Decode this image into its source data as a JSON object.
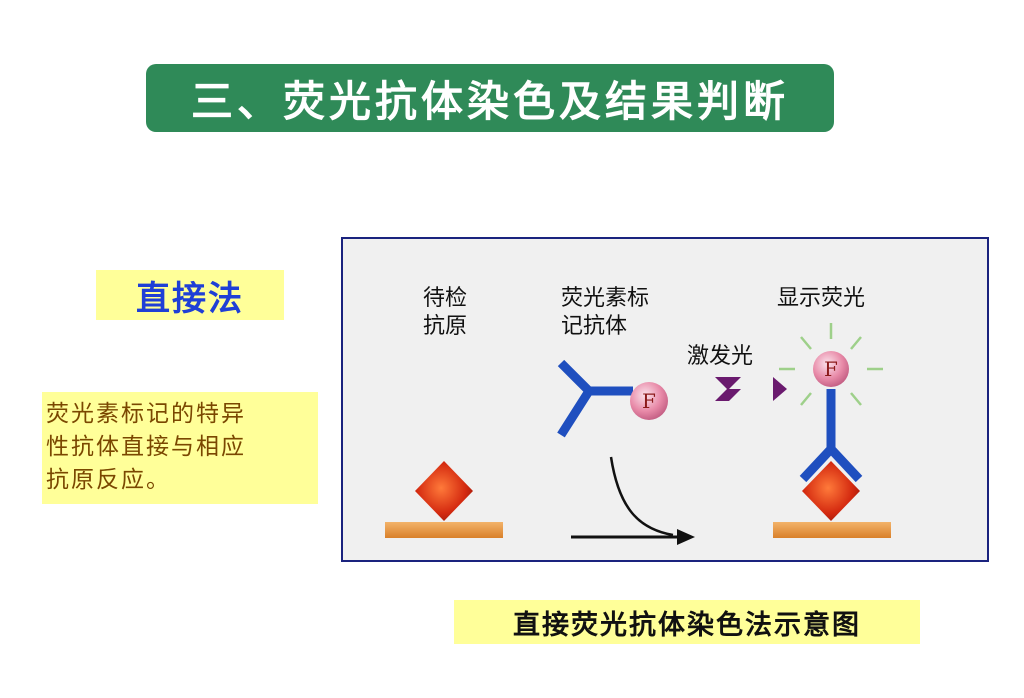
{
  "title": "三、荧光抗体染色及结果判断",
  "method": "直接法",
  "description": [
    "荧光素标记的特异",
    "性抗体直接与相应",
    "抗原反应。"
  ],
  "diagram": {
    "antigen_label": [
      "待检",
      "抗原"
    ],
    "labeled_antibody_label": [
      "荧光素标",
      "记抗体"
    ],
    "excitation_label": "激发光",
    "fluorescence_label": "显示荧光",
    "fluorophore": "F"
  },
  "caption": "直接荧光抗体染色法示意图",
  "colors": {
    "title_banner": "#2f8a58",
    "label_bg": "#ffff99",
    "method_text": "#1f3fd6",
    "desc_text": "#7a4700",
    "antibody": "#1f4fbf",
    "antigen": "#d42a10",
    "arrow": "#6a1a6e",
    "frame": "#1a237e"
  }
}
